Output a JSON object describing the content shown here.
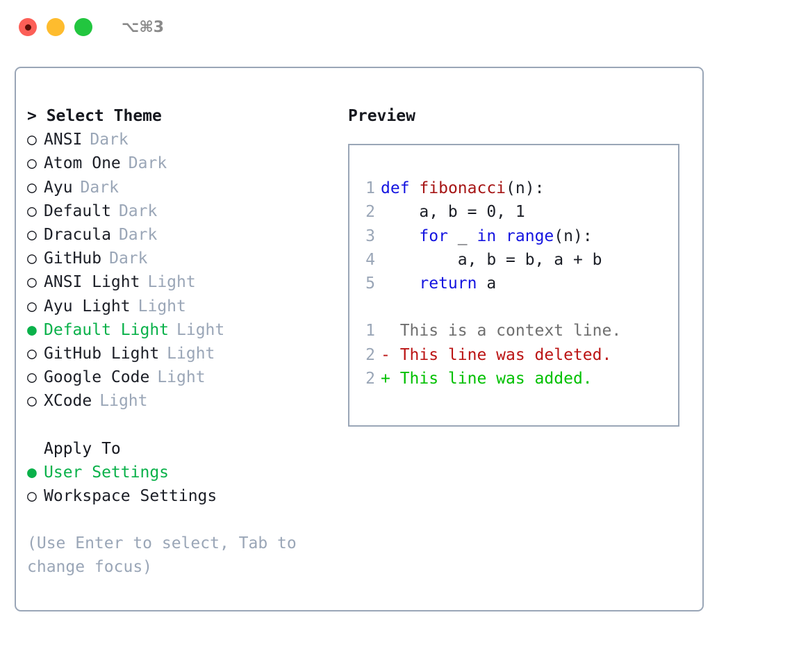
{
  "titlebar": {
    "shortcut": "⌥⌘3",
    "buttons": [
      {
        "name": "close",
        "color": "#fc5f57"
      },
      {
        "name": "minimize",
        "color": "#febc2e"
      },
      {
        "name": "maximize",
        "color": "#22c63f"
      }
    ]
  },
  "theme_panel": {
    "heading": "> Select Theme",
    "markers": {
      "selected": "●",
      "unselected": "○"
    },
    "accent_color": "#0ab14a",
    "items": [
      {
        "name": "ANSI",
        "category": "Dark",
        "selected": false
      },
      {
        "name": "Atom One",
        "category": "Dark",
        "selected": false
      },
      {
        "name": "Ayu",
        "category": "Dark",
        "selected": false
      },
      {
        "name": "Default",
        "category": "Dark",
        "selected": false
      },
      {
        "name": "Dracula",
        "category": "Dark",
        "selected": false
      },
      {
        "name": "GitHub",
        "category": "Dark",
        "selected": false
      },
      {
        "name": "ANSI Light",
        "category": "Light",
        "selected": false
      },
      {
        "name": "Ayu Light",
        "category": "Light",
        "selected": false
      },
      {
        "name": "Default Light",
        "category": "Light",
        "selected": true
      },
      {
        "name": "GitHub Light",
        "category": "Light",
        "selected": false
      },
      {
        "name": "Google Code",
        "category": "Light",
        "selected": false
      },
      {
        "name": "XCode",
        "category": "Light",
        "selected": false
      }
    ]
  },
  "apply_to": {
    "heading": "Apply To",
    "options": [
      {
        "name": "User Settings",
        "selected": true
      },
      {
        "name": "Workspace Settings",
        "selected": false
      }
    ]
  },
  "hint": "(Use Enter to select, Tab to change focus)",
  "preview": {
    "title": "Preview",
    "code_lines": [
      {
        "num": "1",
        "tokens": [
          {
            "t": "def",
            "c": "kw"
          },
          {
            "t": " ",
            "c": "txt"
          },
          {
            "t": "fibonacci",
            "c": "fn"
          },
          {
            "t": "(n):",
            "c": "txt"
          }
        ]
      },
      {
        "num": "2",
        "tokens": [
          {
            "t": "    a, b = 0, 1",
            "c": "txt"
          }
        ]
      },
      {
        "num": "3",
        "tokens": [
          {
            "t": "    ",
            "c": "txt"
          },
          {
            "t": "for",
            "c": "kw"
          },
          {
            "t": " _ ",
            "c": "txt"
          },
          {
            "t": "in",
            "c": "kw"
          },
          {
            "t": " ",
            "c": "txt"
          },
          {
            "t": "range",
            "c": "kw"
          },
          {
            "t": "(n):",
            "c": "txt"
          }
        ]
      },
      {
        "num": "4",
        "tokens": [
          {
            "t": "        a, b = b, a + b",
            "c": "txt"
          }
        ]
      },
      {
        "num": "5",
        "tokens": [
          {
            "t": "    ",
            "c": "txt"
          },
          {
            "t": "return",
            "c": "kw"
          },
          {
            "t": " a",
            "c": "txt"
          }
        ]
      }
    ],
    "diff_lines": [
      {
        "num": "1",
        "marker": " ",
        "text": "  This is a context line.",
        "kind": "context"
      },
      {
        "num": "2",
        "marker": "-",
        "text": "- This line was deleted.",
        "kind": "deleted"
      },
      {
        "num": "2",
        "marker": "+",
        "text": "+ This line was added.",
        "kind": "added"
      }
    ]
  }
}
